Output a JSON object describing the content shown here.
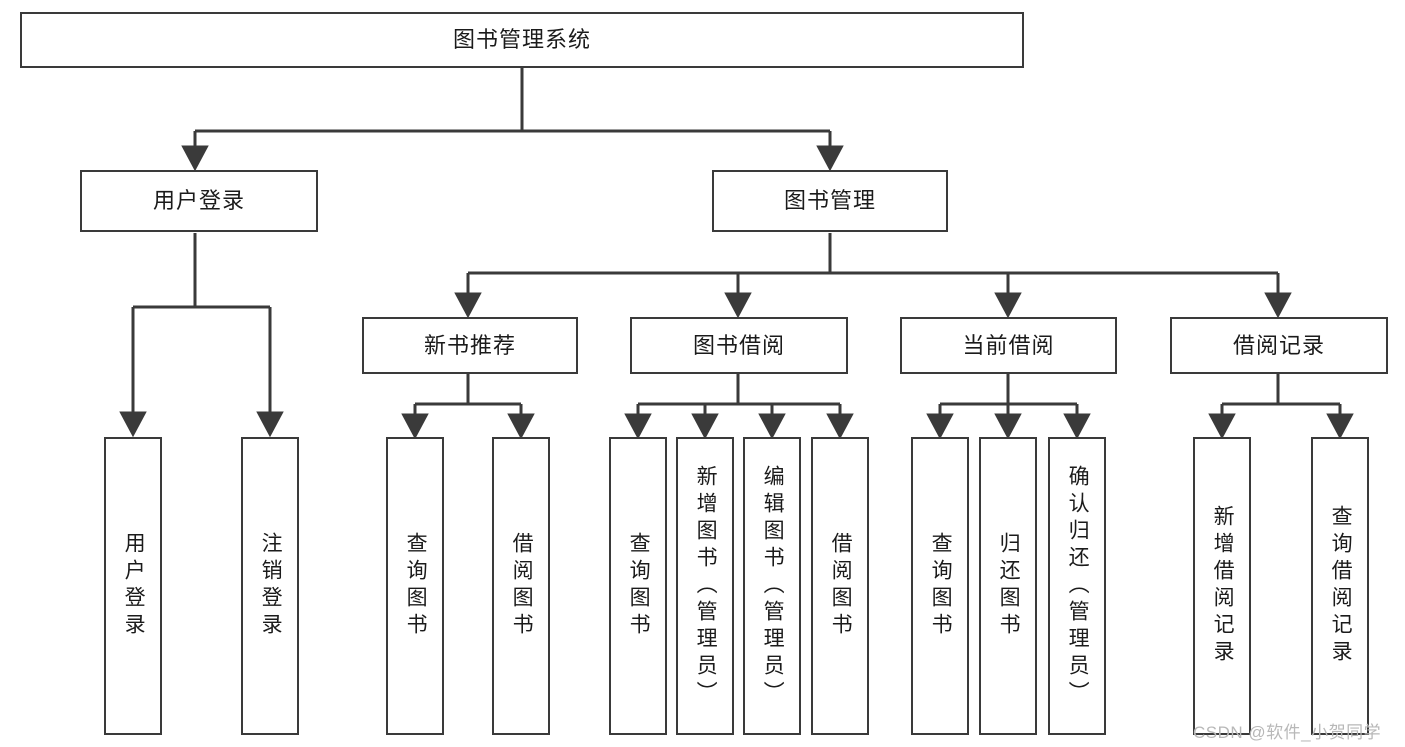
{
  "diagram": {
    "type": "tree-hierarchy-chart",
    "title": "图书管理系统",
    "colors": {
      "box_border": "#3a3a3a",
      "box_fill": "#ffffff",
      "connector": "#3a3a3a",
      "text": "#1b1b1b",
      "watermark": "#b8b8b8",
      "background": "#ffffff"
    },
    "root": {
      "id": "root",
      "label": "图书管理系统",
      "orientation": "horizontal"
    },
    "level2": [
      {
        "id": "user-login",
        "label": "用户登录",
        "orientation": "horizontal"
      },
      {
        "id": "book-management",
        "label": "图书管理",
        "orientation": "horizontal"
      }
    ],
    "level3": [
      {
        "id": "new-book-recommend",
        "label": "新书推荐",
        "orientation": "horizontal",
        "parent": "book-management"
      },
      {
        "id": "book-borrow",
        "label": "图书借阅",
        "orientation": "horizontal",
        "parent": "book-management"
      },
      {
        "id": "current-borrow",
        "label": "当前借阅",
        "orientation": "horizontal",
        "parent": "book-management"
      },
      {
        "id": "borrow-record",
        "label": "借阅记录",
        "orientation": "horizontal",
        "parent": "book-management"
      }
    ],
    "leaves": [
      {
        "id": "leaf-user-login",
        "label": "用户登录",
        "parent": "user-login",
        "orientation": "vertical"
      },
      {
        "id": "leaf-logout-login",
        "label": "注销登录",
        "parent": "user-login",
        "orientation": "vertical"
      },
      {
        "id": "leaf-query-book-1",
        "label": "查询图书",
        "parent": "new-book-recommend",
        "orientation": "vertical"
      },
      {
        "id": "leaf-borrow-book-1",
        "label": "借阅图书",
        "parent": "new-book-recommend",
        "orientation": "vertical"
      },
      {
        "id": "leaf-query-book-2",
        "label": "查询图书",
        "parent": "book-borrow",
        "orientation": "vertical"
      },
      {
        "id": "leaf-add-book-admin",
        "label": "新增图书（管理员）",
        "parent": "book-borrow",
        "orientation": "vertical"
      },
      {
        "id": "leaf-edit-book-admin",
        "label": "编辑图书（管理员）",
        "parent": "book-borrow",
        "orientation": "vertical"
      },
      {
        "id": "leaf-borrow-book-2",
        "label": "借阅图书",
        "parent": "book-borrow",
        "orientation": "vertical"
      },
      {
        "id": "leaf-query-book-3",
        "label": "查询图书",
        "parent": "current-borrow",
        "orientation": "vertical"
      },
      {
        "id": "leaf-return-book",
        "label": "归还图书",
        "parent": "current-borrow",
        "orientation": "vertical"
      },
      {
        "id": "leaf-confirm-return-admin",
        "label": "确认归还（管理员）",
        "parent": "current-borrow",
        "orientation": "vertical"
      },
      {
        "id": "leaf-add-borrow-record",
        "label": "新增借阅记录",
        "parent": "borrow-record",
        "orientation": "vertical"
      },
      {
        "id": "leaf-query-borrow-record",
        "label": "查询借阅记录",
        "parent": "borrow-record",
        "orientation": "vertical"
      }
    ],
    "watermark": "CSDN @软件_小贺同学"
  }
}
